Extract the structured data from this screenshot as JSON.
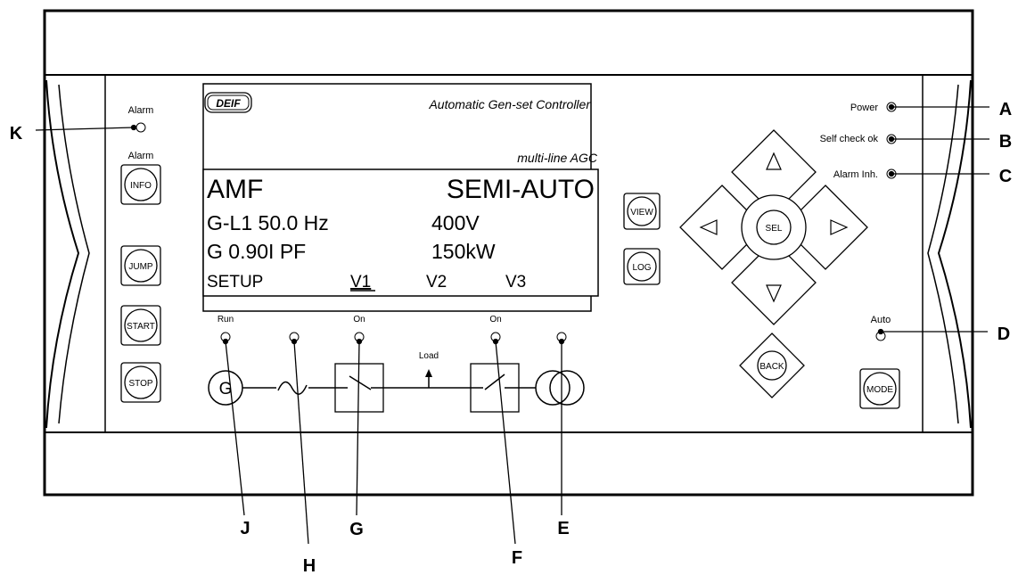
{
  "header": {
    "logo": "DEIF",
    "title": "Automatic Gen-set Controller",
    "subtitle": "multi-line AGC"
  },
  "display": {
    "line1_left": "AMF",
    "line1_right": "SEMI-AUTO",
    "line2_left": "G-L1 50.0 Hz",
    "line2_right": "400V",
    "line3_left": "G 0.90I PF",
    "line3_right": "150kW",
    "menu": [
      "SETUP",
      "V1",
      "V2",
      "V3"
    ]
  },
  "left_panel": {
    "alarm_led_label": "Alarm",
    "alarm_button_label": "Alarm"
  },
  "buttons": {
    "info": "INFO",
    "jump": "JUMP",
    "start": "START",
    "stop": "STOP",
    "view": "VIEW",
    "log": "LOG",
    "sel": "SEL",
    "back": "BACK",
    "mode": "MODE"
  },
  "leds": {
    "power": "Power",
    "self_check": "Self check ok",
    "alarm_inh": "Alarm Inh.",
    "auto": "Auto",
    "run": "Run",
    "gen_breaker_on": "On",
    "mains_breaker_on": "On"
  },
  "mimic": {
    "generator": "G",
    "load": "Load"
  },
  "callouts": [
    "A",
    "B",
    "C",
    "D",
    "E",
    "F",
    "G",
    "H",
    "J",
    "K"
  ]
}
